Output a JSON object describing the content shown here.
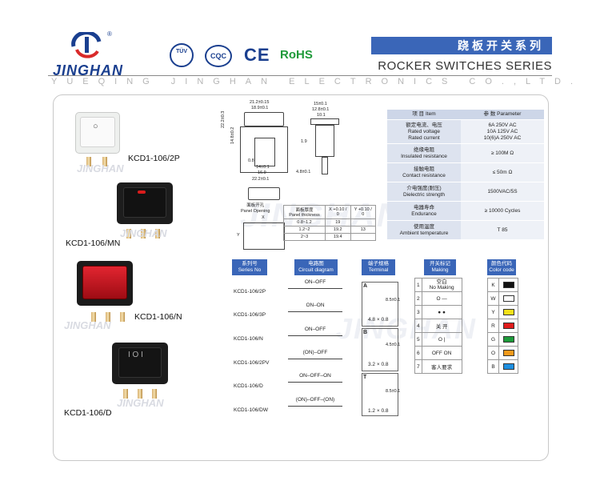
{
  "header": {
    "brand": "JINGHAN",
    "registered": "®",
    "certs": [
      "TÜV",
      "CQC",
      "CE",
      "RoHS"
    ],
    "cn_title": "跷板开关系列",
    "en_title": "ROCKER SWITCHES SERIES",
    "company": "YUEQING JINGHAN ELECTRONICS CO.,LTD."
  },
  "watermark": "JINGHAN",
  "products": [
    {
      "model": "KCD1-106/2P",
      "body_color": "#f1f2f1",
      "rocker_color": "#f7f7f5"
    },
    {
      "model": "KCD1-106/MN",
      "body_color": "#1c1c1c",
      "rocker_color": "#111111"
    },
    {
      "model": "KCD1-106/N",
      "body_color": "#1c1c1c",
      "rocker_color": "#c0101b"
    },
    {
      "model": "KCD1-106/D",
      "body_color": "#1c1c1c",
      "rocker_color": "#151515"
    }
  ],
  "drawing": {
    "dims_top": [
      "21.2±0.15",
      "18.9±0.1"
    ],
    "dims_left": [
      "22.2±0.3",
      "14.8±0.2"
    ],
    "dims_bottom": [
      "0.8",
      "14±0.1",
      "16.9",
      "22.2±0.1"
    ],
    "dims_side_top": [
      "15±0.1",
      "12.8±0.1",
      "10.1"
    ],
    "dims_side": [
      "1.9",
      "4.8±0.1"
    ],
    "panel_opening_label": "面板开孔\nPanel Opening",
    "x_label": "X",
    "y_label": "Y"
  },
  "panel_table": {
    "head": [
      "面板厚度\nPanel thickness",
      "X +0.10 / 0",
      "Y +0.10 / 0"
    ],
    "rows": [
      [
        "0.8~1.2",
        "19",
        ""
      ],
      [
        "1.2~2",
        "19.2",
        "13"
      ],
      [
        "2~3",
        "19.4",
        ""
      ]
    ]
  },
  "params": {
    "head": [
      "项 目  Item",
      "参 数  Parameter"
    ],
    "rows": [
      {
        "k": "额定电流、电压\nRated voltage\nRated current",
        "v": "6A  250V AC\n10A 125V AC\n10(6)A  250V AC"
      },
      {
        "k": "绝缘电阻\nInsulated resistance",
        "v": "≥ 100M Ω"
      },
      {
        "k": "接触电阻\nContact resistance",
        "v": "≤ 50m Ω"
      },
      {
        "k": "介电强度(耐压)\nDielectric strength",
        "v": "1500VAC/5S"
      },
      {
        "k": "电器寿命\nEndurance",
        "v": "≥ 10000 Cycles"
      },
      {
        "k": "使用温度\nAmbient temperature",
        "v": "T 85"
      }
    ]
  },
  "bottom": {
    "heads": {
      "series": "系列号\nSeries No",
      "circuit": "电路图\nCircuit diagram",
      "terminal": "端子规格\nTerminal",
      "marking": "开关标记\nMaking",
      "color": "颜色代码\nColor code"
    },
    "series": [
      "KCD1-106/2P",
      "KCD1-106/3P",
      "KCD1-106/N",
      "KCD1-106/2PV",
      "KCD1-106/D",
      "KCD1-106/DW"
    ],
    "circuits": [
      "ON–OFF",
      "ON–ON",
      "ON–OFF",
      "(ON)–OFF",
      "ON–OFF–ON",
      "(ON)–OFF–(ON)"
    ],
    "terminals": [
      {
        "letter": "A",
        "size": "4.8 × 0.8",
        "dim": "8.5±0.1"
      },
      {
        "letter": "B",
        "size": "3.2 × 0.8",
        "dim": "4.5±0.1"
      },
      {
        "letter": "T",
        "size": "1.2 × 0.8",
        "dim": "8.5±0.1"
      }
    ],
    "marking": [
      {
        "n": "1",
        "mark": "空白\nNo Making"
      },
      {
        "n": "2",
        "mark": "O     —"
      },
      {
        "n": "3",
        "mark": "●     ●"
      },
      {
        "n": "4",
        "mark": "关     开"
      },
      {
        "n": "5",
        "mark": "O     |"
      },
      {
        "n": "6",
        "mark": "OFF   ON"
      },
      {
        "n": "7",
        "mark": "客人要求"
      }
    ],
    "colors": [
      {
        "code": "K",
        "hex": "#111111"
      },
      {
        "code": "W",
        "hex": "#ffffff"
      },
      {
        "code": "Y",
        "hex": "#f5e11a"
      },
      {
        "code": "R",
        "hex": "#e01b1b"
      },
      {
        "code": "G",
        "hex": "#1d9b3a"
      },
      {
        "code": "O",
        "hex": "#f39a1b"
      },
      {
        "code": "B",
        "hex": "#1e8fe0"
      }
    ]
  }
}
